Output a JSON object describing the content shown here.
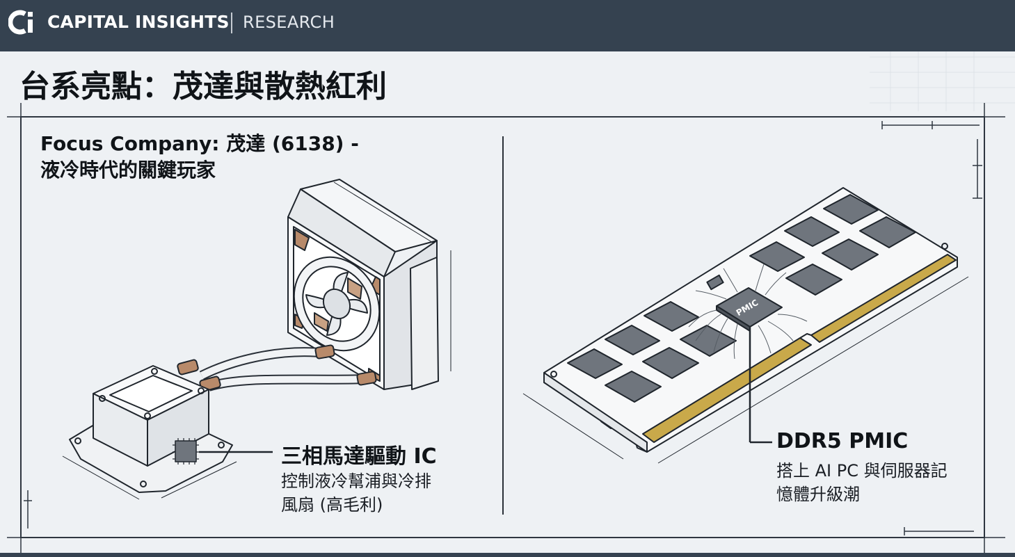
{
  "header": {
    "logo_text": "Ci",
    "brand": "CAPITAL INSIGHTS",
    "section": "RESEARCH"
  },
  "headline": "台系亮點：茂達與散熱紅利",
  "focus": {
    "line1": "Focus Company: 茂達 (6138) -",
    "line2": "液冷時代的關鍵玩家"
  },
  "left_callout": {
    "title": "三相馬達驅動 IC",
    "desc_line1": "控制液冷幫浦與冷排",
    "desc_line2": "風扇 (高毛利)"
  },
  "right_callout": {
    "title": "DDR5 PMIC",
    "desc_line1": "搭上 AI PC 與伺服器記",
    "desc_line2": "憶體升級潮"
  },
  "chip_label": "PMIC",
  "icons": [
    "capital-insights-logo",
    "aio-liquid-cooler-illustration",
    "ddr5-memory-module-illustration"
  ],
  "colors": {
    "header_bg": "#354250",
    "page_bg": "#eef1f4",
    "ink": "#101418",
    "accent_copper": "#b88a6a",
    "accent_gold": "#c9a94a",
    "chip_gray": "#6f757d"
  }
}
